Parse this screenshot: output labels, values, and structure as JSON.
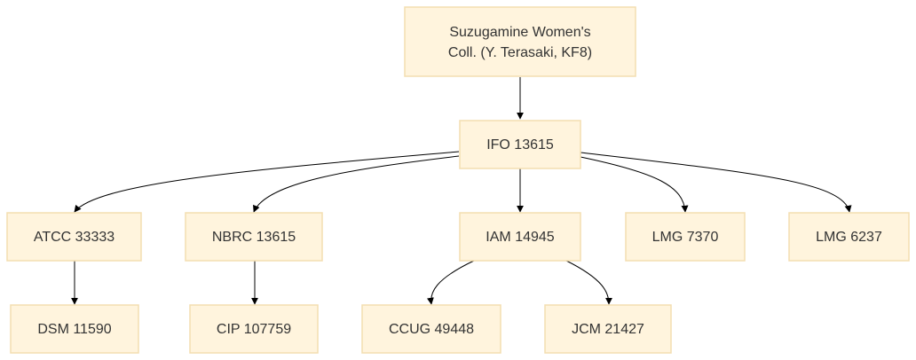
{
  "diagram": {
    "colors": {
      "node_fill": "#fff4dd",
      "node_border": "#f3deb0",
      "text": "#333333",
      "edge": "#000000"
    },
    "nodes": {
      "root": {
        "lines": [
          "Suzugamine Women's",
          "Coll. (Y. Terasaki, KF8)"
        ]
      },
      "ifo": {
        "label": "IFO 13615"
      },
      "atcc": {
        "label": "ATCC 33333"
      },
      "nbrc": {
        "label": "NBRC 13615"
      },
      "iam": {
        "label": "IAM 14945"
      },
      "lmg7370": {
        "label": "LMG 7370"
      },
      "lmg6237": {
        "label": "LMG 6237"
      },
      "dsm": {
        "label": "DSM 11590"
      },
      "cip": {
        "label": "CIP 107759"
      },
      "ccug": {
        "label": "CCUG 49448"
      },
      "jcm": {
        "label": "JCM 21427"
      }
    },
    "edges": [
      {
        "from": "root",
        "to": "ifo"
      },
      {
        "from": "ifo",
        "to": "atcc"
      },
      {
        "from": "ifo",
        "to": "nbrc"
      },
      {
        "from": "ifo",
        "to": "iam"
      },
      {
        "from": "ifo",
        "to": "lmg7370"
      },
      {
        "from": "ifo",
        "to": "lmg6237"
      },
      {
        "from": "atcc",
        "to": "dsm"
      },
      {
        "from": "nbrc",
        "to": "cip"
      },
      {
        "from": "iam",
        "to": "ccug"
      },
      {
        "from": "iam",
        "to": "jcm"
      }
    ]
  }
}
